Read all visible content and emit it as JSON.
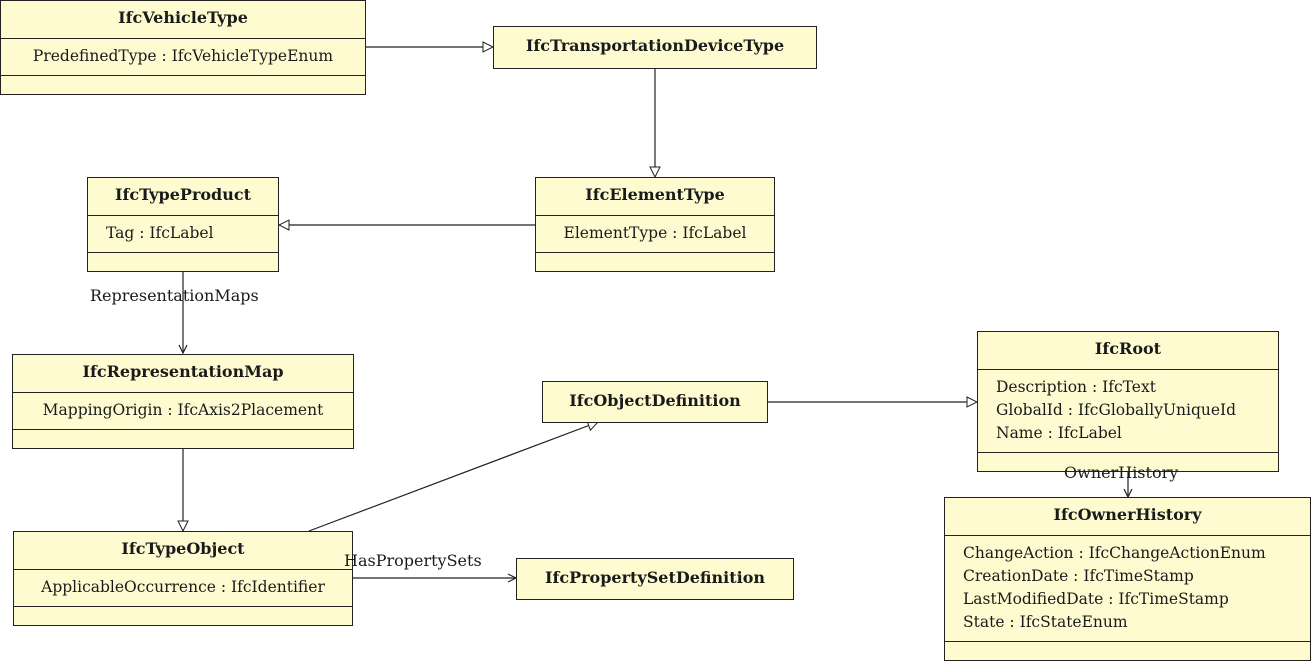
{
  "classes": {
    "vehicle_type": {
      "name": "IfcVehicleType",
      "attributes": [
        "PredefinedType : IfcVehicleTypeEnum"
      ]
    },
    "transportation_device_type": {
      "name": "IfcTransportationDeviceType"
    },
    "type_product": {
      "name": "IfcTypeProduct",
      "attributes": [
        "Tag : IfcLabel"
      ]
    },
    "element_type": {
      "name": "IfcElementType",
      "attributes": [
        "ElementType : IfcLabel"
      ]
    },
    "representation_map": {
      "name": "IfcRepresentationMap",
      "attributes": [
        "MappingOrigin : IfcAxis2Placement"
      ]
    },
    "object_definition": {
      "name": "IfcObjectDefinition"
    },
    "root": {
      "name": "IfcRoot",
      "attributes": [
        "Description : IfcText",
        "GlobalId : IfcGloballyUniqueId",
        "Name : IfcLabel"
      ]
    },
    "type_object": {
      "name": "IfcTypeObject",
      "attributes": [
        "ApplicableOccurrence : IfcIdentifier"
      ]
    },
    "property_set_definition": {
      "name": "IfcPropertySetDefinition"
    },
    "owner_history": {
      "name": "IfcOwnerHistory",
      "attributes": [
        "ChangeAction : IfcChangeActionEnum",
        "CreationDate : IfcTimeStamp",
        "LastModifiedDate : IfcTimeStamp",
        "State : IfcStateEnum"
      ]
    }
  },
  "associations": {
    "representation_maps": "RepresentationMaps",
    "owner_history": "OwnerHistory",
    "has_property_sets": "HasPropertySets"
  }
}
